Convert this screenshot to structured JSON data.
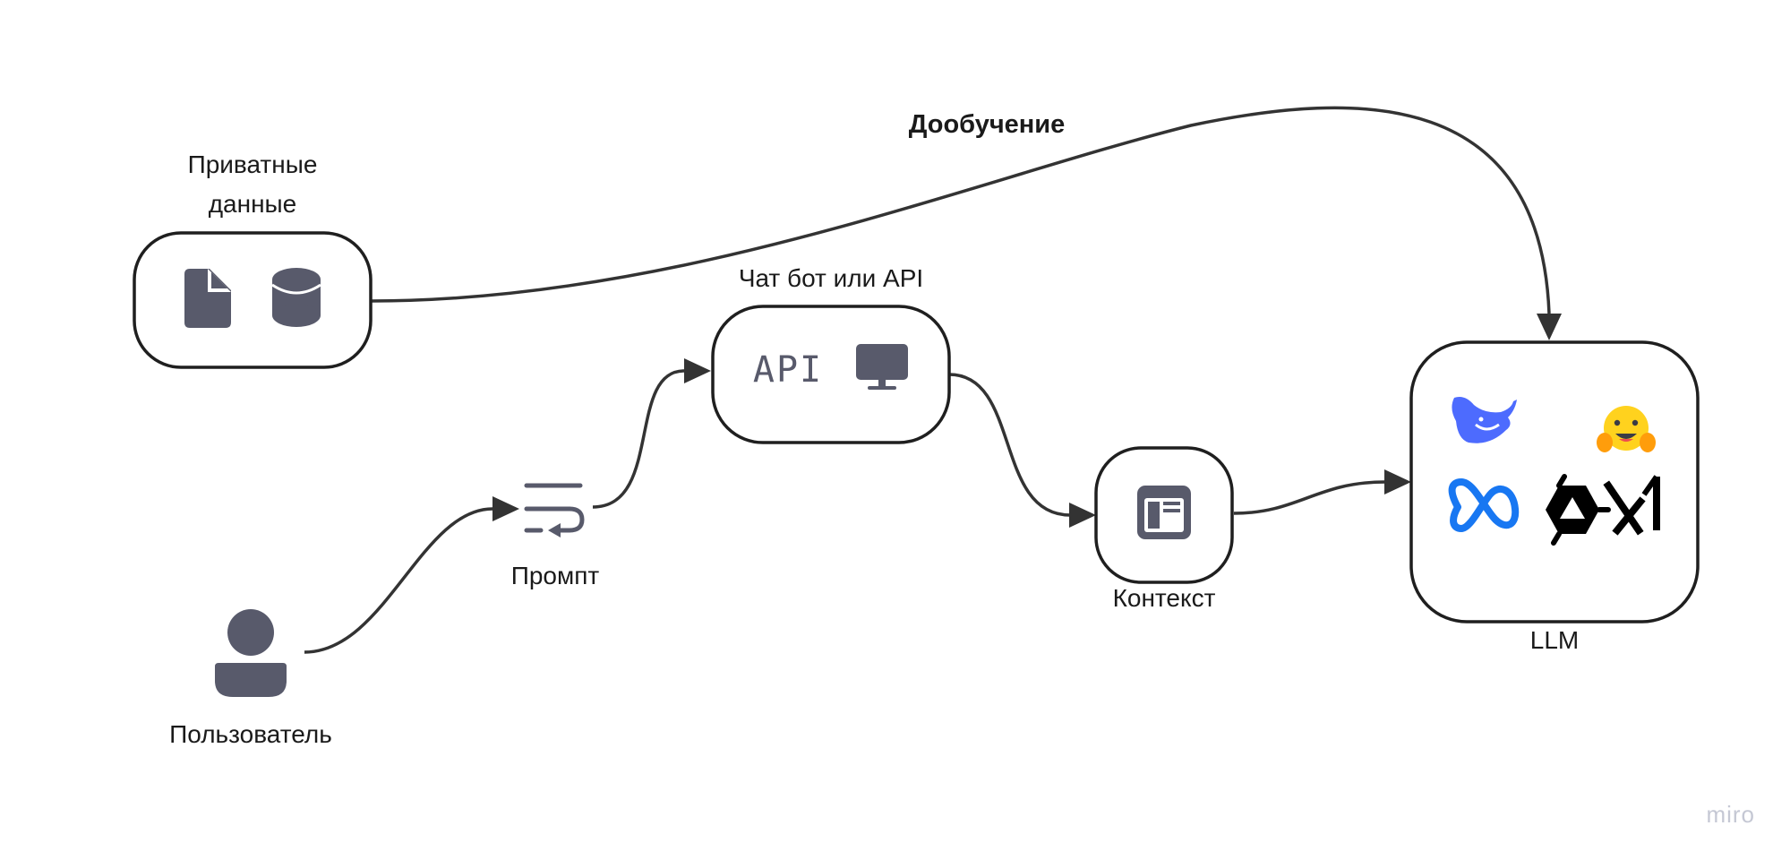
{
  "nodes": {
    "private_data": {
      "label_line1": "Приватные",
      "label_line2": "данные",
      "icons": [
        "document-icon",
        "database-icon"
      ]
    },
    "chatbot": {
      "label": "Чат бот или API",
      "api_text": "API",
      "icons": [
        "api-icon",
        "monitor-icon"
      ]
    },
    "prompt": {
      "label": "Промпт",
      "icon": "prompt-wrap-icon"
    },
    "user": {
      "label": "Пользователь",
      "icon": "user-icon"
    },
    "context": {
      "label": "Контекст",
      "icon": "context-window-icon"
    },
    "llm": {
      "label": "LLM",
      "icons": [
        "deepseek-logo",
        "huggingface-logo",
        "meta-logo",
        "qwen-logo",
        "xai-logo"
      ]
    }
  },
  "edges": {
    "finetune": {
      "label": "Дообучение",
      "from": "private_data",
      "to": "llm"
    },
    "list": [
      {
        "from": "user",
        "to": "prompt"
      },
      {
        "from": "prompt",
        "to": "chatbot"
      },
      {
        "from": "chatbot",
        "to": "context"
      },
      {
        "from": "context",
        "to": "llm"
      }
    ]
  },
  "watermark": "miro",
  "colors": {
    "icon": "#585a6b",
    "stroke": "#1f1f1f",
    "arrow": "#333333",
    "meta_blue": "#1877f2",
    "deepseek_blue": "#4d6bfe",
    "hf_yellow": "#ffd21e",
    "watermark": "#c5c8d4"
  }
}
